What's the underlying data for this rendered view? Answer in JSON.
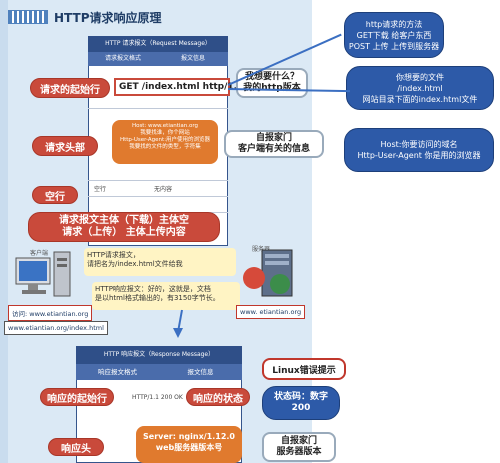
{
  "title": "HTTP请求响应原理",
  "request_table": {
    "header": "HTTP 请求报文（Request Message）",
    "col1": "请求报文格式",
    "col2": "报文信息",
    "empty_label": "空行",
    "empty_value": "无内容"
  },
  "request_line_label": "请求的起始行",
  "request_line_value": "GET /index.html  http/1.1",
  "request_header_label": "请求头部",
  "host_box": {
    "line1": "Host: www.etiantian.org",
    "line2": "我要找谁，你个网站",
    "line3": "Http-User-Agent:用户使用的浏览器",
    "line4": "我要找的文件的类型，字符集"
  },
  "empty_line_label": "空行",
  "request_body_label": "请求报文主体（下载）主体空\n请求（上传）  主体上传内容",
  "callouts": {
    "method": "http请求的方法\nGET下载 给客户东西\nPOST 上传 上传到服务器",
    "what_want": "我想要什么？\n我的http版本",
    "file": "你想要的文件\n/index.html\n网站目录下面的index.html文件",
    "host": "Host:你要访问的域名\nHttp-User-Agent 你是用的浏览器",
    "self_intro": "自报家门\n客户端有关的信息"
  },
  "client_label": "客户端",
  "server_label": "服务器",
  "http_request_text": "HTTP请求报文，\n请把名为/index.html文件给我",
  "http_response_text": "HTTP响应报文：好的，这就是，文档\n是以html格式输出的，有3150字节长。",
  "client_url": "访问: www.etiantian.org",
  "server_url": "www. etiantian.org",
  "bottom_url": "www.etiantian.org/index.html",
  "response_table": {
    "header": "HTTP 响应报文（Response Message）",
    "col1": "响应报文格式",
    "col2": "报文信息",
    "status_line": "HTTP/1.1 200 OK"
  },
  "response_start_label": "响应的起始行",
  "response_status_label": "响应的状态",
  "response_header_label": "响应头",
  "linux_hint": "Linux错误提示",
  "status_code": "状态码：数字\n200",
  "server_nginx": "Server: nginx/1.12.0\nweb服务器版本号",
  "self_intro_server": "自报家门\n服务器版本"
}
